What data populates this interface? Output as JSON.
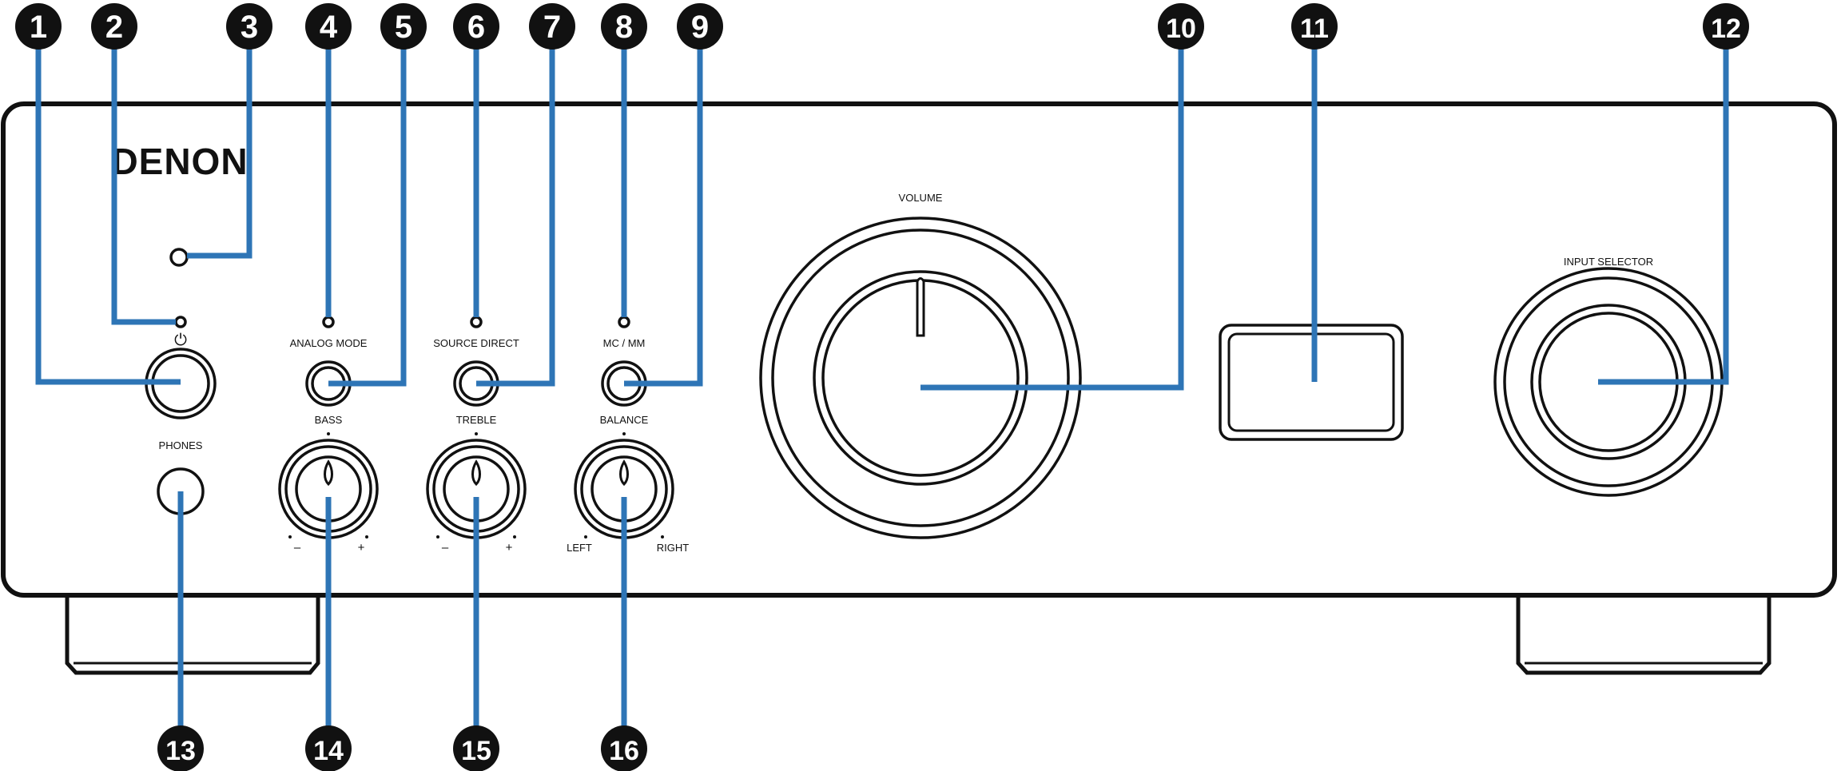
{
  "brand": "DENON",
  "colors": {
    "leader": "#2e75b6",
    "outline": "#111111",
    "badge": "#111111",
    "badge_text": "#ffffff"
  },
  "panel_labels": {
    "analog_mode": "ANALOG MODE",
    "source_direct": "SOURCE DIRECT",
    "mc_mm": "MC / MM",
    "volume": "VOLUME",
    "input_selector": "INPUT SELECTOR",
    "phones": "PHONES",
    "bass": "BASS",
    "treble": "TREBLE",
    "balance": "BALANCE",
    "minus": "–",
    "plus": "+",
    "left": "LEFT",
    "right": "RIGHT",
    "power_symbol": "⏻"
  },
  "callouts": [
    "1",
    "2",
    "3",
    "4",
    "5",
    "6",
    "7",
    "8",
    "9",
    "10",
    "11",
    "12",
    "13",
    "14",
    "15",
    "16"
  ]
}
